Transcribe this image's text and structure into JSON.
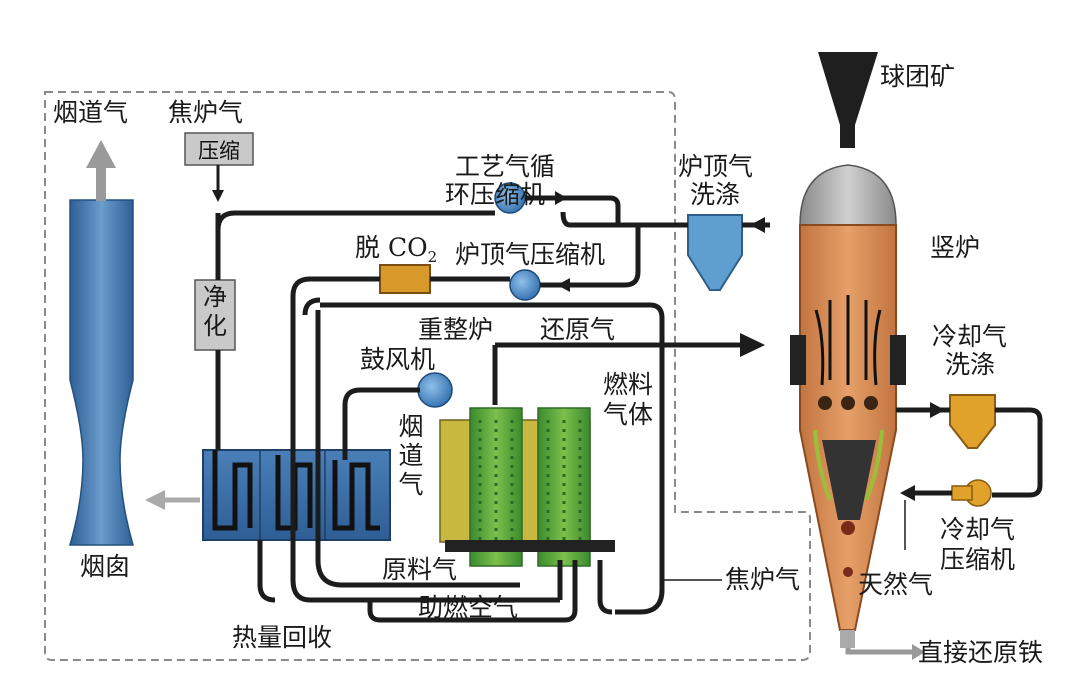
{
  "labels": {
    "flue_gas": "烟道气",
    "coke_oven_gas_top": "焦炉气",
    "compress": "压缩",
    "purify": "净化",
    "chimney": "烟囱",
    "process_gas_compressor_line1": "工艺气循",
    "process_gas_compressor_line2": "环压缩机",
    "top_gas_scrub_line1": "炉顶气",
    "top_gas_scrub_line2": "洗涤",
    "pellet_ore": "球团矿",
    "shaft_furnace": "竖炉",
    "remove_co2": "脱 CO",
    "co2_sub": "2",
    "top_gas_compressor": "炉顶气压缩机",
    "reformer": "重整炉",
    "reducing_gas": "还原气",
    "blower": "鼓风机",
    "fuel_gas_line1": "燃料",
    "fuel_gas_line2": "气体",
    "flue_gas_vertical": "烟道气",
    "cooling_gas_scrub_line1": "冷却气",
    "cooling_gas_scrub_line2": "洗涤",
    "cooling_gas_compressor_line1": "冷却气",
    "cooling_gas_compressor_line2": "压缩机",
    "feed_gas": "原料气",
    "coke_oven_gas_bottom": "焦炉气",
    "natural_gas": "天然气",
    "combustion_air": "助燃空气",
    "heat_recovery": "热量回收",
    "dri": "直接还原铁"
  },
  "colors": {
    "pipe": "#1c1c1c",
    "chimney": "#4f7fb0",
    "heat_exchanger": "#3a6fa8",
    "reformer_green": "#4fa03a",
    "reformer_yellow": "#c9b840",
    "scrubber_blue": "#5f9fcf",
    "scrubber_amber": "#e0a22a",
    "co2_unit": "#d79a2a",
    "compressor": "#4a86c0",
    "shaft_furnace": "#d48a4e",
    "hopper": "#1f1f1f",
    "dashed_border": "#8a8a8a"
  }
}
